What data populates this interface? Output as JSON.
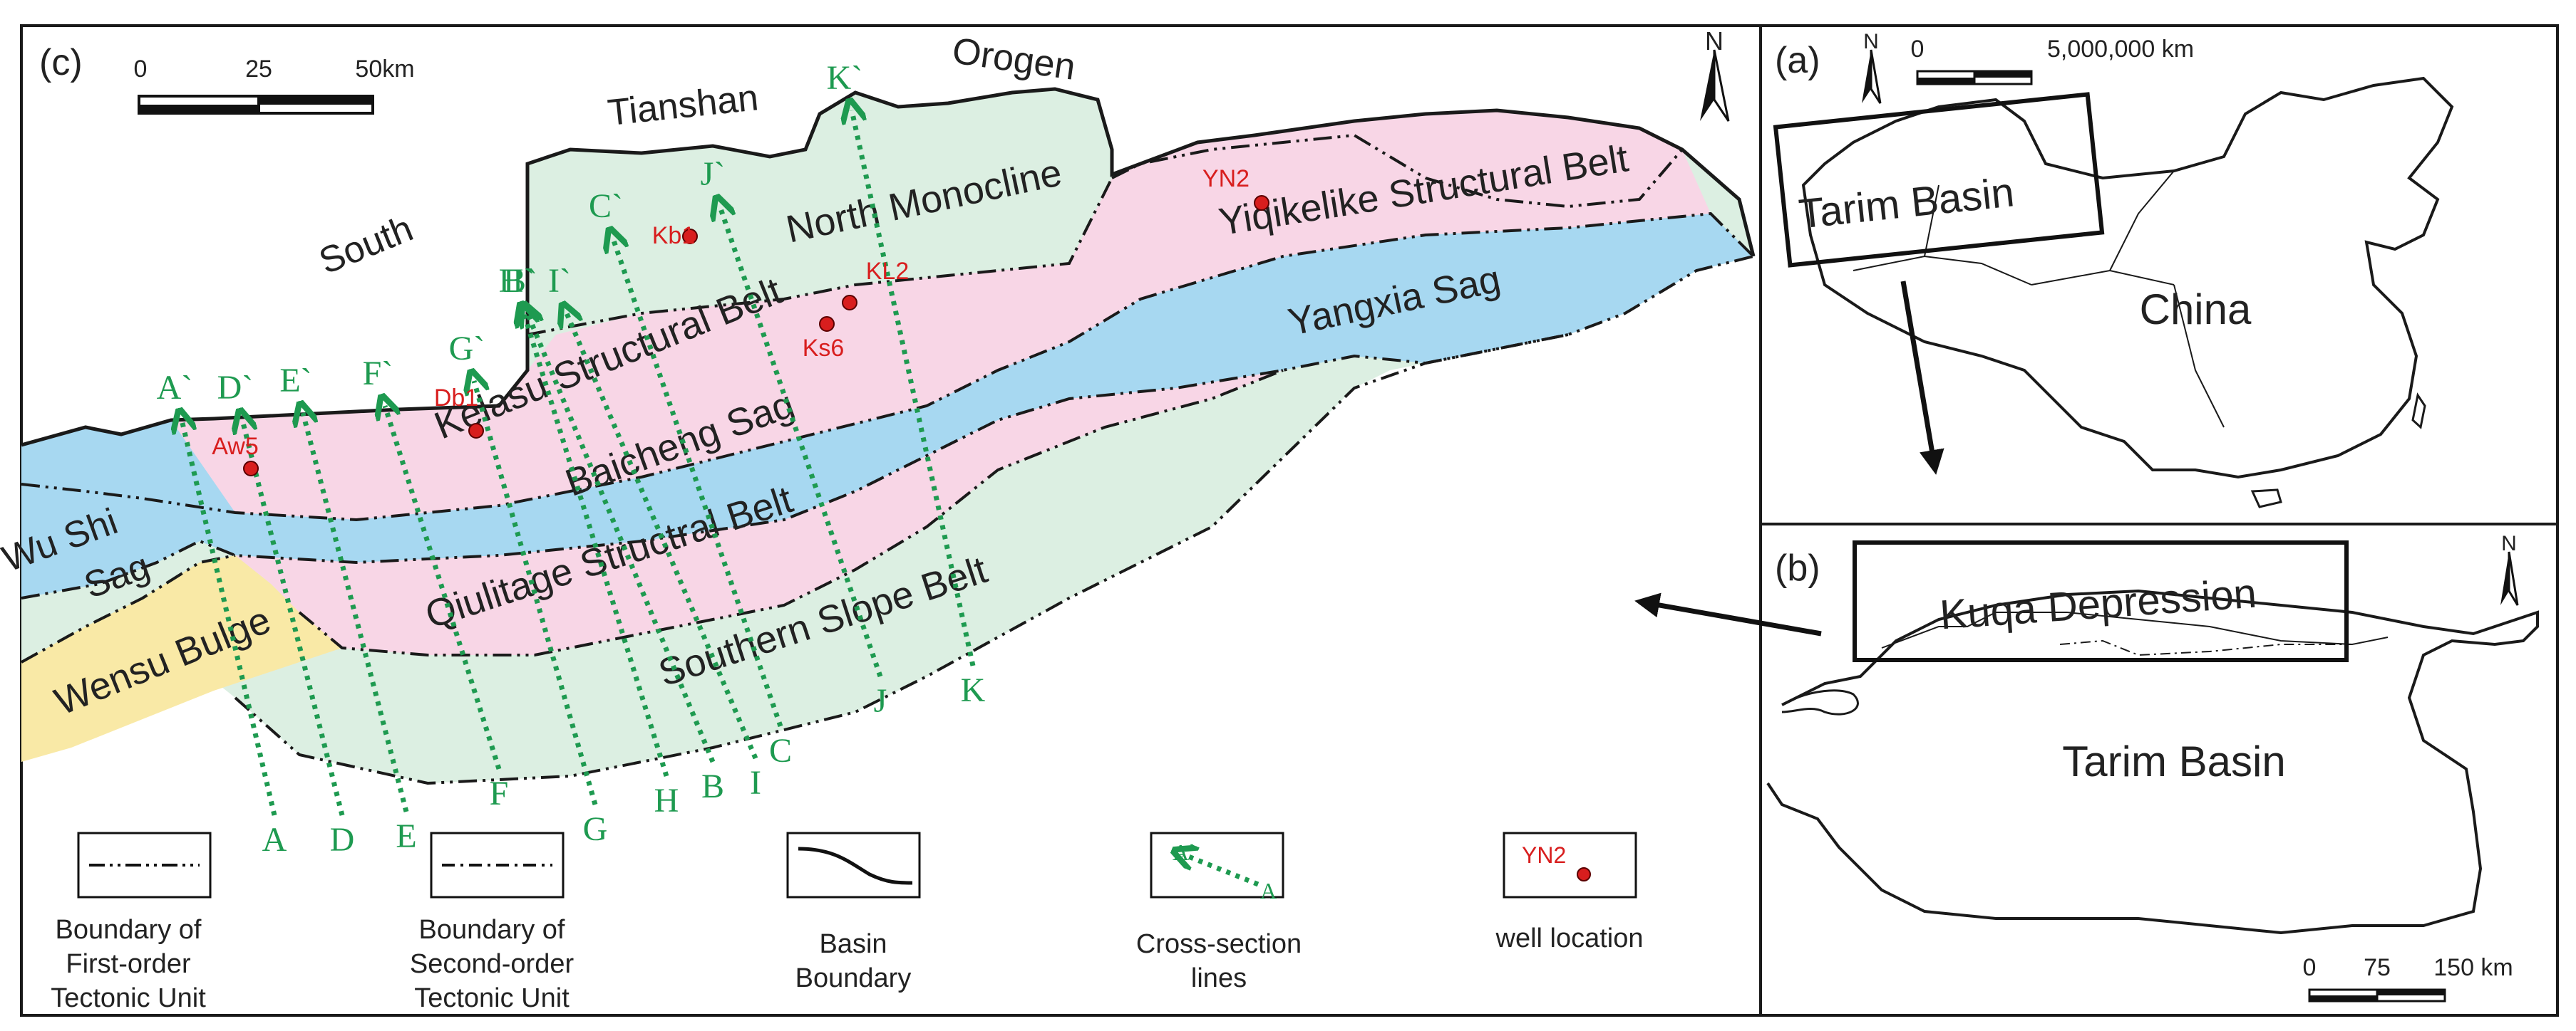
{
  "colors": {
    "first_order_fill_pink": "#f8d6e6",
    "sag_fill_blue": "#a7d8f1",
    "slope_fill_green": "#dcefe2",
    "bulge_fill_yellow": "#f9e9a6",
    "cross_section_green": "#1e9a50",
    "well_red": "#d81e1e",
    "boundary_black": "#1a1a1a"
  },
  "panel_c": {
    "label": "(c)",
    "scale": {
      "ticks": [
        "0",
        "25",
        "50km"
      ]
    },
    "north": "N",
    "place_names": {
      "orogen": "Orogen",
      "tianshan": "Tianshan",
      "south": "South"
    },
    "units": {
      "north_monocline": "North Monocline",
      "yiqikelike": "Yiqikelike Structural Belt",
      "kelasu": "Kelasu Structural Belt",
      "yangxia": "Yangxia Sag",
      "baicheng": "Baicheng Sag",
      "qiulitage": "Qiulitage Structral Belt",
      "southern_slope": "Southern Slope Belt",
      "wushi_1": "Wu Shi",
      "wushi_2": "Sag",
      "wensu": "Wensu Bulge"
    },
    "wells": [
      {
        "name": "YN2"
      },
      {
        "name": "Kb1"
      },
      {
        "name": "KL2"
      },
      {
        "name": "Ks6"
      },
      {
        "name": "Db1"
      },
      {
        "name": "Aw5"
      }
    ],
    "cross_sections": [
      {
        "start": "A",
        "end": "A`"
      },
      {
        "start": "D",
        "end": "D`"
      },
      {
        "start": "E",
        "end": "E`"
      },
      {
        "start": "F",
        "end": "F`"
      },
      {
        "start": "G",
        "end": "G`"
      },
      {
        "start": "H",
        "end": "H`"
      },
      {
        "start": "B",
        "end": "B`"
      },
      {
        "start": "I",
        "end": "I`"
      },
      {
        "start": "C",
        "end": "C`"
      },
      {
        "start": "J",
        "end": "J`"
      },
      {
        "start": "K",
        "end": "K`"
      }
    ]
  },
  "legend": {
    "first_order": [
      "Boundary of",
      "First-order",
      "Tectonic Unit"
    ],
    "second_order": [
      "Boundary of",
      "Second-order",
      "Tectonic Unit"
    ],
    "basin": [
      "Basin",
      "Boundary"
    ],
    "cross_section": [
      "Cross-section",
      "lines"
    ],
    "cross_section_sample": {
      "start": "A",
      "end": "A`"
    },
    "well": [
      "well location"
    ],
    "well_sample": "YN2"
  },
  "panel_a": {
    "label": "(a)",
    "north": "N",
    "scale": {
      "ticks": [
        "0",
        "5,000,000 km"
      ]
    },
    "box_label": "Tarim Basin",
    "country": "China"
  },
  "panel_b": {
    "label": "(b)",
    "north": "N",
    "box_label": "Kuqa Depression",
    "basin": "Tarim   Basin",
    "scale": {
      "ticks": [
        "0",
        "75",
        "150 km"
      ]
    }
  }
}
